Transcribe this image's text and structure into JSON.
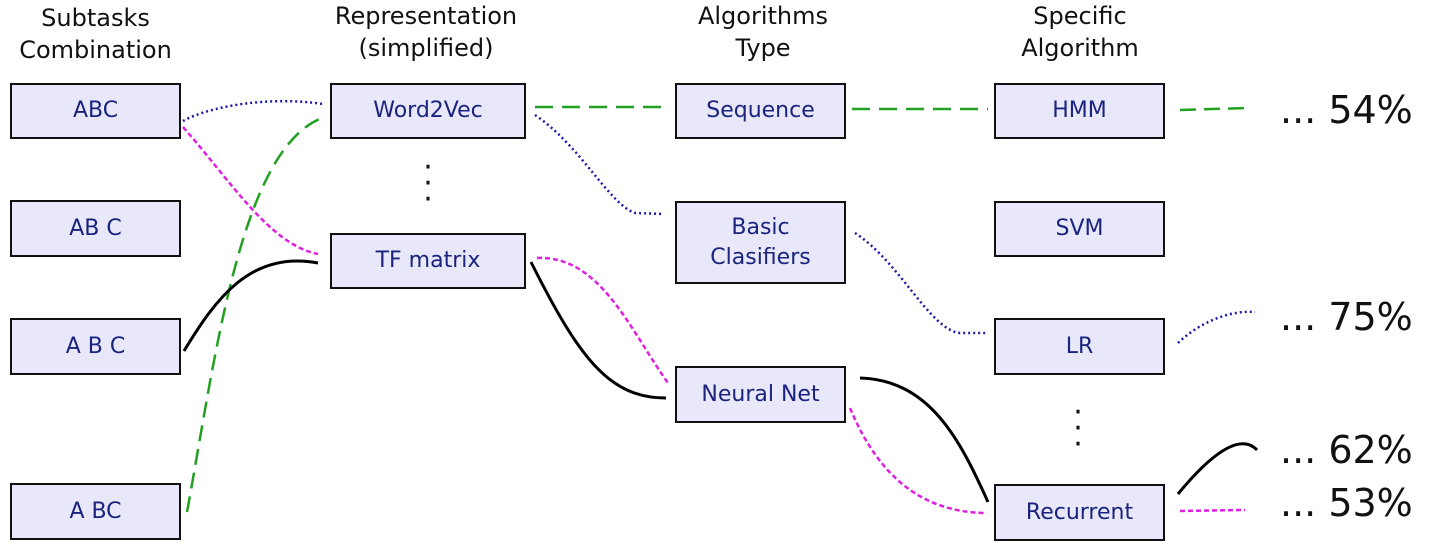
{
  "headers": {
    "col1": [
      "Subtasks",
      "Combination"
    ],
    "col2": [
      "Representation",
      "(simplified)"
    ],
    "col3": [
      "Algorithms",
      "Type"
    ],
    "col4": [
      "Specific",
      "Algorithm"
    ]
  },
  "subtasks": [
    "ABC",
    "AB C",
    "A B C",
    "A BC"
  ],
  "representations": [
    "Word2Vec",
    "TF matrix"
  ],
  "algorithm_types": {
    "sequence": "Sequence",
    "basic": [
      "Basic",
      "Clasifiers"
    ],
    "neural": "Neural Net"
  },
  "specific_algorithms": [
    "HMM",
    "SVM",
    "LR",
    "Recurrent"
  ],
  "results": [
    "... 54%",
    "... 75%",
    "... 62%",
    "... 53%"
  ],
  "colors": {
    "box_fill": "#e8e8fa",
    "box_text": "#1a237e",
    "path_blue": "#1a1aaa",
    "path_green": "#22a022",
    "path_magenta": "#e020e0",
    "path_black": "#000000"
  }
}
